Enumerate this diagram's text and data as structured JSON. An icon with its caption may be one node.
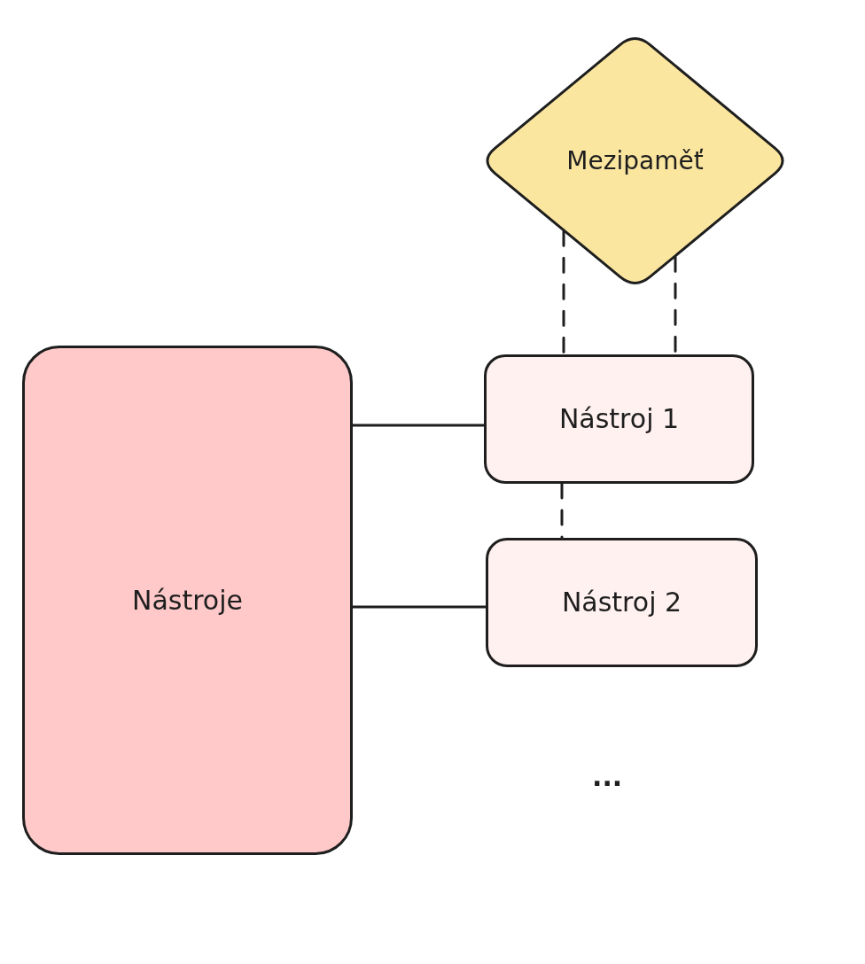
{
  "diagram": {
    "nodes": [
      {
        "text": [
          "Mezipaměť"
        ]
      },
      {
        "text": [
          "Nástroje"
        ]
      },
      {
        "text": [
          "Nástroj 1"
        ]
      },
      {
        "text": [
          "Nástroj 2"
        ]
      }
    ],
    "edges": [
      {
        "from": 0,
        "to": 2,
        "arrow": "none",
        "style": "dashed"
      },
      {
        "from": 0,
        "to": 2,
        "arrow": "none",
        "style": "dashed"
      },
      {
        "from": 1,
        "to": 2,
        "arrow": "none"
      },
      {
        "from": 1,
        "to": 3,
        "arrow": "none"
      },
      {
        "from": 2,
        "to": 3,
        "arrow": "none",
        "style": "dashed"
      }
    ],
    "labels": [
      "..."
    ]
  }
}
